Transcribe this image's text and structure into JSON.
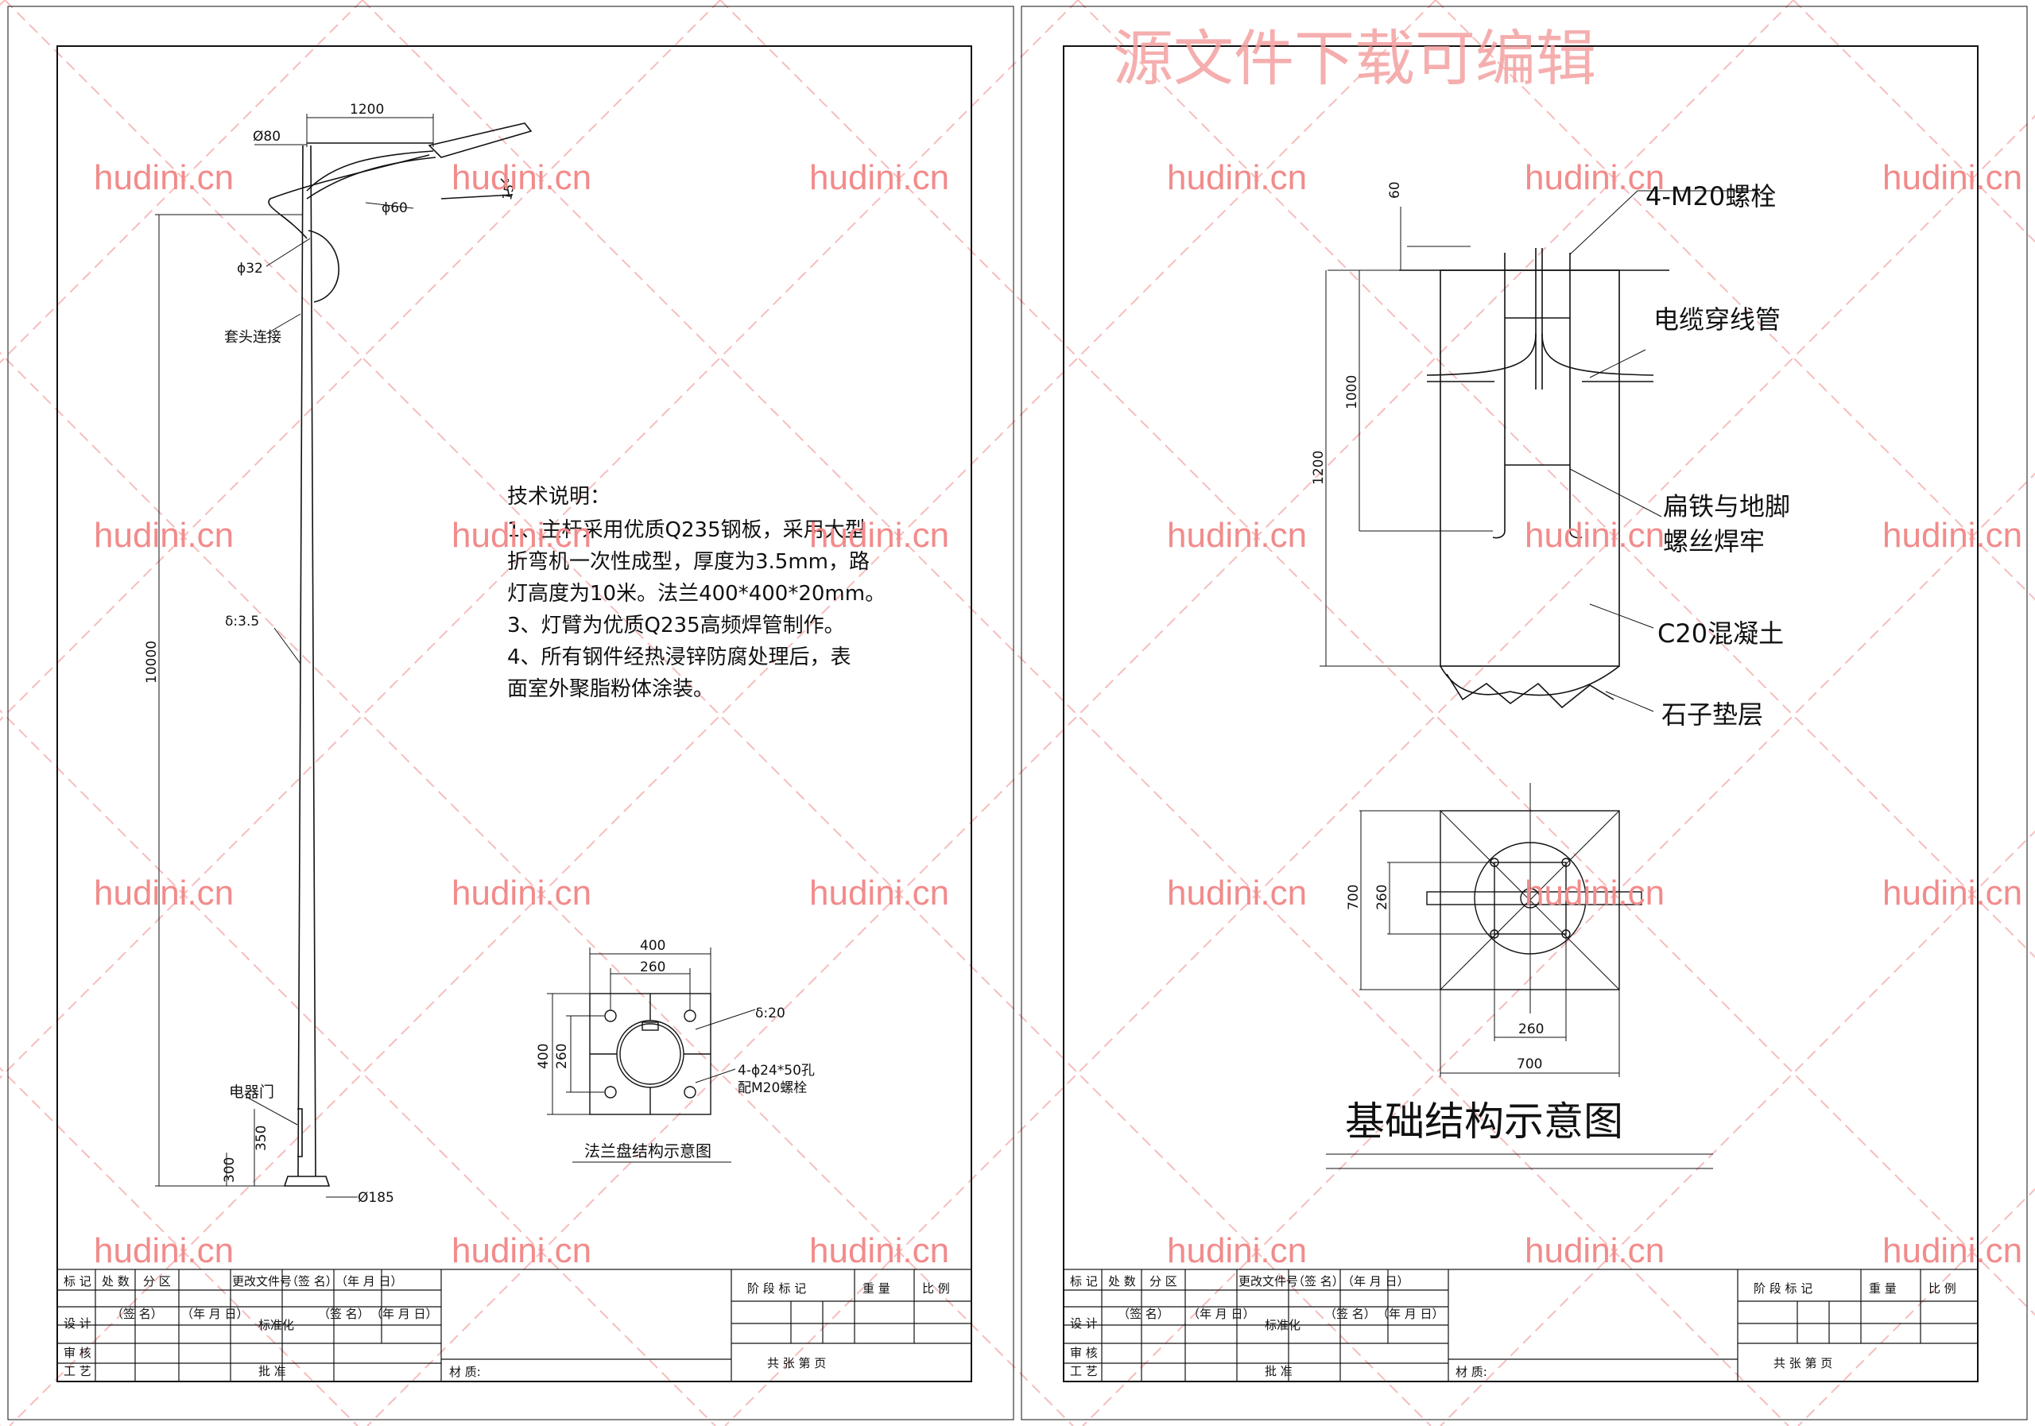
{
  "watermark": {
    "text": "hudini.cn",
    "title": "源文件下载可编辑",
    "color": "#f28b8b"
  },
  "left_sheet": {
    "pole": {
      "dim_1200": "1200",
      "dim_d80": "Ø80",
      "dim_d60": "ϕ60",
      "dim_d32": "ϕ32",
      "angle": "15°",
      "joint": "套头连接",
      "thickness": "δ:3.5",
      "height": "10000",
      "door": "电器门",
      "dim_350": "350",
      "dim_300": "300",
      "base_d": "Ø185"
    },
    "notes": {
      "title": "技术说明：",
      "lines": [
        "1、主杆采用优质Q235钢板，采用大型",
        "折弯机一次性成型，厚度为3.5mm，路",
        "灯高度为10米。法兰400*400*20mm。",
        "3、灯臂为优质Q235高频焊管制作。",
        "4、所有钢件经热浸锌防腐处理后，表",
        "面室外聚脂粉体涂装。"
      ]
    },
    "flange": {
      "dim_400_top": "400",
      "dim_260_top": "260",
      "dim_400_left": "400",
      "dim_260_left": "260",
      "thickness": "δ:20",
      "holes_1": "4-ϕ24*50孔",
      "holes_2": "配M20螺栓",
      "caption": "法兰盘结构示意图"
    }
  },
  "right_sheet": {
    "foundation": {
      "bolts": "4-M20螺栓",
      "cable_pipe": "电缆穿线管",
      "weld_1": "扁铁与地脚",
      "weld_2": "螺丝焊牢",
      "concrete": "C20混凝土",
      "gravel": "石子垫层",
      "dim_60": "60",
      "dim_1000": "1000",
      "dim_1200": "1200",
      "plan_700_left": "700",
      "plan_260_left": "260",
      "plan_260_bottom": "260",
      "plan_700_bottom": "700",
      "caption": "基础结构示意图"
    }
  },
  "title_block": {
    "row1": [
      "标 记",
      "处 数",
      "分 区",
      "更改文件号",
      "（签 名）",
      "（年 月 日）"
    ],
    "design": "设 计",
    "sign": "（签 名）",
    "date": "（年 月 日）",
    "standard": "标准化",
    "sign2": "（签 名）",
    "date2": "（年 月 日）",
    "review": "审 核",
    "craft": "工 艺",
    "approve": "批 准",
    "material": "材 质:",
    "stage": "阶 段 标 记",
    "weight": "重 量",
    "scale": "比 例",
    "sheets": "共    张    第    页"
  }
}
